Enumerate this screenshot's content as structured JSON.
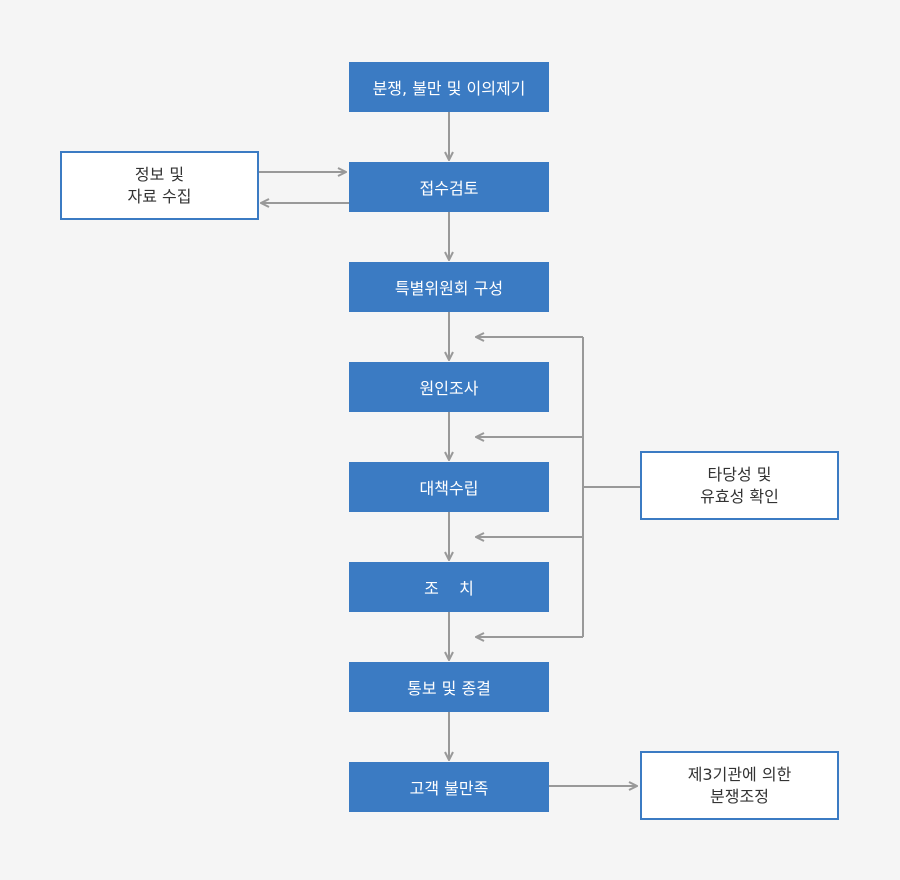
{
  "colors": {
    "step_fill": "#3b7bc3",
    "side_border": "#3b7bc3",
    "connector": "#999999",
    "background": "#f5f5f5"
  },
  "steps": [
    {
      "label": "분쟁, 불만 및 이의제기"
    },
    {
      "label": "접수검토"
    },
    {
      "label": "특별위원회 구성"
    },
    {
      "label": "원인조사"
    },
    {
      "label": "대책수립"
    },
    {
      "label": "조    치"
    },
    {
      "label": "통보 및 종결"
    },
    {
      "label": "고객 불만족"
    }
  ],
  "side_boxes": {
    "info": {
      "line1": "정보 및",
      "line2": "자료 수집"
    },
    "validity": {
      "line1": "타당성 및",
      "line2": "유효성 확인"
    },
    "third_party": {
      "line1": "제3기관에 의한",
      "line2": "분쟁조정"
    }
  }
}
